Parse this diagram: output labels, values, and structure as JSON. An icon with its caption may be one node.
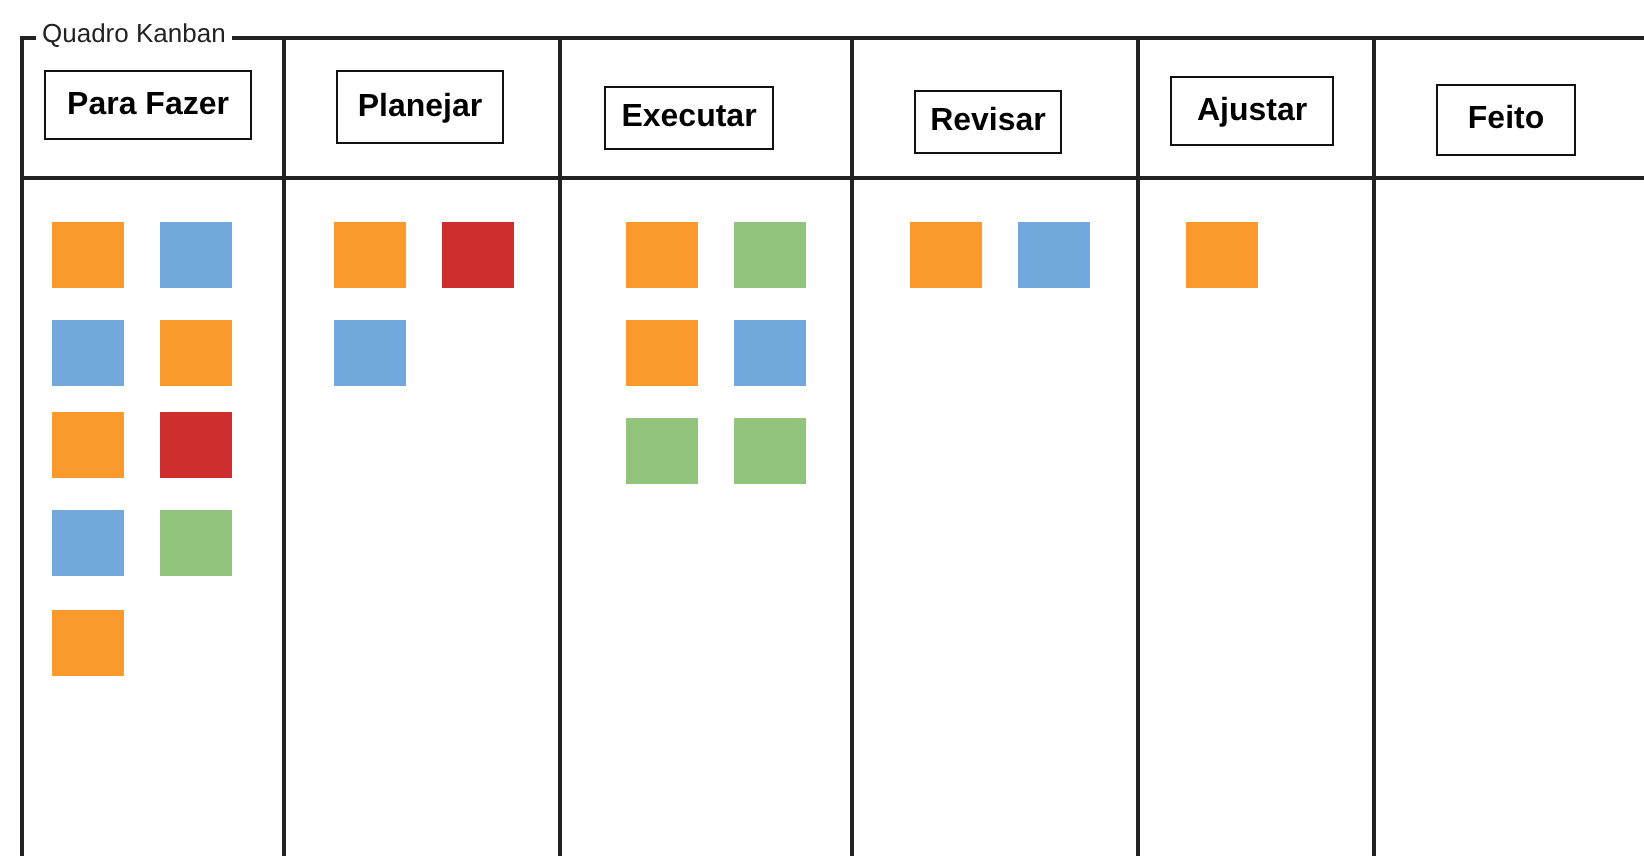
{
  "diagram": {
    "nodes": [
      {
        "text": [
          "Quadro Kanban"
        ]
      },
      {
        "text": [],
        "shape": "box",
        "in": 0
      },
      {
        "text": [
          "Para Fazer"
        ],
        "in": 1
      },
      {
        "text": [],
        "shape": "box",
        "in": 1
      },
      {
        "text": [],
        "shape": "box",
        "in": 1
      },
      {
        "text": [],
        "shape": "box",
        "in": 1
      },
      {
        "text": [],
        "shape": "box",
        "in": 1
      },
      {
        "text": [],
        "shape": "box",
        "in": 1
      },
      {
        "text": [],
        "shape": "box",
        "in": 1
      },
      {
        "text": [],
        "shape": "box",
        "in": 1
      },
      {
        "text": [],
        "shape": "box",
        "in": 1
      },
      {
        "text": [],
        "shape": "box",
        "in": 1
      },
      {
        "text": [],
        "shape": "box",
        "in": 0
      },
      {
        "text": [
          "Planejar"
        ],
        "in": 12
      },
      {
        "text": [],
        "shape": "box",
        "in": 12
      },
      {
        "text": [],
        "shape": "box",
        "in": 12
      },
      {
        "text": [],
        "shape": "box",
        "in": 12
      },
      {
        "text": [],
        "shape": "box",
        "in": 0
      },
      {
        "text": [
          "Executar"
        ],
        "in": 17
      },
      {
        "text": [],
        "shape": "box",
        "in": 17
      },
      {
        "text": [],
        "shape": "box",
        "in": 17
      },
      {
        "text": [],
        "shape": "box",
        "in": 17
      },
      {
        "text": [],
        "shape": "box",
        "in": 17
      },
      {
        "text": [],
        "shape": "box",
        "in": 17
      },
      {
        "text": [],
        "shape": "box",
        "in": 17
      },
      {
        "text": [],
        "shape": "box",
        "in": 0
      },
      {
        "text": [
          "Revisar"
        ],
        "in": 25
      },
      {
        "text": [],
        "shape": "box",
        "in": 25
      },
      {
        "text": [],
        "shape": "box",
        "in": 25
      },
      {
        "text": [],
        "shape": "box",
        "in": 0
      },
      {
        "text": [
          "Ajustar"
        ],
        "in": 29
      },
      {
        "text": [],
        "shape": "box",
        "in": 29
      },
      {
        "text": [],
        "shape": "box",
        "in": 0
      },
      {
        "text": [
          "Feito"
        ],
        "in": 32
      }
    ]
  }
}
